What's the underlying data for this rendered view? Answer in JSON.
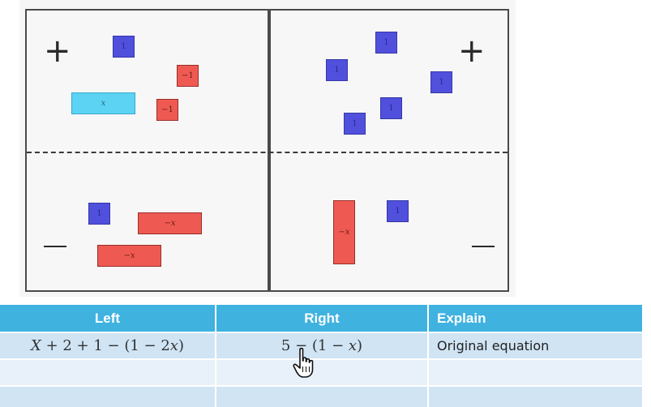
{
  "mat": {
    "left": {
      "positive_sign": "+",
      "negative_sign": "—",
      "positive_tiles": [
        {
          "kind": "unit",
          "label": "1",
          "color": "#5050dd"
        },
        {
          "kind": "neg-unit",
          "label": "−1",
          "color": "#ee5a52"
        },
        {
          "kind": "neg-unit",
          "label": "−1",
          "color": "#ee5a52"
        },
        {
          "kind": "x",
          "label": "x",
          "color": "#5cd3f2"
        }
      ],
      "negative_tiles": [
        {
          "kind": "unit",
          "label": "1",
          "color": "#5050dd"
        },
        {
          "kind": "neg-x",
          "label": "−x",
          "color": "#ee5a52"
        },
        {
          "kind": "neg-x",
          "label": "−x",
          "color": "#ee5a52"
        }
      ]
    },
    "right": {
      "positive_sign": "+",
      "negative_sign": "—",
      "positive_tiles": [
        {
          "kind": "unit",
          "label": "1",
          "color": "#5050dd"
        },
        {
          "kind": "unit",
          "label": "1",
          "color": "#5050dd"
        },
        {
          "kind": "unit",
          "label": "1",
          "color": "#5050dd"
        },
        {
          "kind": "unit",
          "label": "1",
          "color": "#5050dd"
        },
        {
          "kind": "unit",
          "label": "1",
          "color": "#5050dd"
        }
      ],
      "negative_tiles": [
        {
          "kind": "neg-x",
          "label": "−x",
          "color": "#ee5a52"
        },
        {
          "kind": "unit",
          "label": "1",
          "color": "#5050dd"
        }
      ]
    }
  },
  "table": {
    "headers": {
      "left": "Left",
      "right": "Right",
      "explain": "Explain"
    },
    "rows": [
      {
        "left_parts": [
          "X",
          " + 2 + 1 − (1 − 2",
          "x",
          ")"
        ],
        "right_parts": [
          "5 − (1 − ",
          "x",
          ")"
        ],
        "explain": "Original equation"
      },
      {
        "left_parts": [],
        "right_parts": [],
        "explain": ""
      },
      {
        "left_parts": [],
        "right_parts": [],
        "explain": ""
      }
    ]
  },
  "colors": {
    "header_bg": "#3fb2e0",
    "row_band": "#d0e4f4",
    "row_light": "#e8f0f9",
    "positive_unit": "#5050dd",
    "negative_tile": "#ee5a52",
    "x_tile": "#5cd3f2"
  },
  "cursor": {
    "icon": "hand-pointer-icon"
  }
}
